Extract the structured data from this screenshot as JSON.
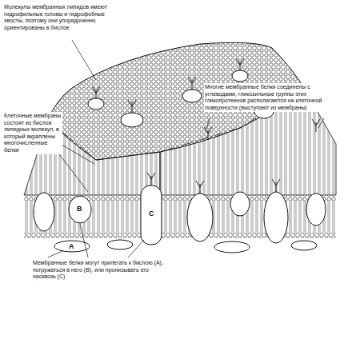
{
  "diagram": {
    "labels": [
      "Молекулы мембранных липидов имеют гидрофильные головы и гидрофобные хвосты, поэтому они упорядоченно ориентированы в бислое",
      "Многие мембранные белки соединены с углеводами; гликозильные группы этих гликопротеинов располагаются на клеточной поверхности (выступают из мембраны)",
      "Клеточные мембраны состоят из бислоя липидных молекул, в который вкраплены многочисленные белки",
      "B",
      "C",
      "A",
      "Мембранные белки могут прилегать к бислою (A), погружаться в него (B), или пронизывать его насквозь (C)"
    ]
  }
}
